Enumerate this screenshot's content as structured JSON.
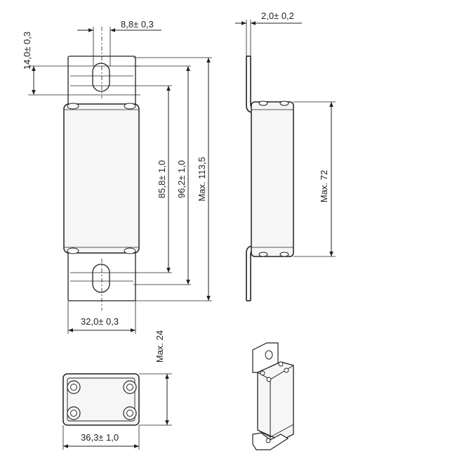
{
  "dimensions": {
    "ext_height_top": "14,0± 0,3",
    "slot_width": "8,8± 0,3",
    "hole_pitch": "85,8± 1,0",
    "ext_pitch": "96,2± 1,0",
    "max_length": "Max. 113,5",
    "width_front": "32,0± 0,3",
    "plate_thickness": "2,0± 0,2",
    "body_height": "Max. 72",
    "depth": "Max. 24",
    "width_bottom": "36,3± 1,0"
  }
}
